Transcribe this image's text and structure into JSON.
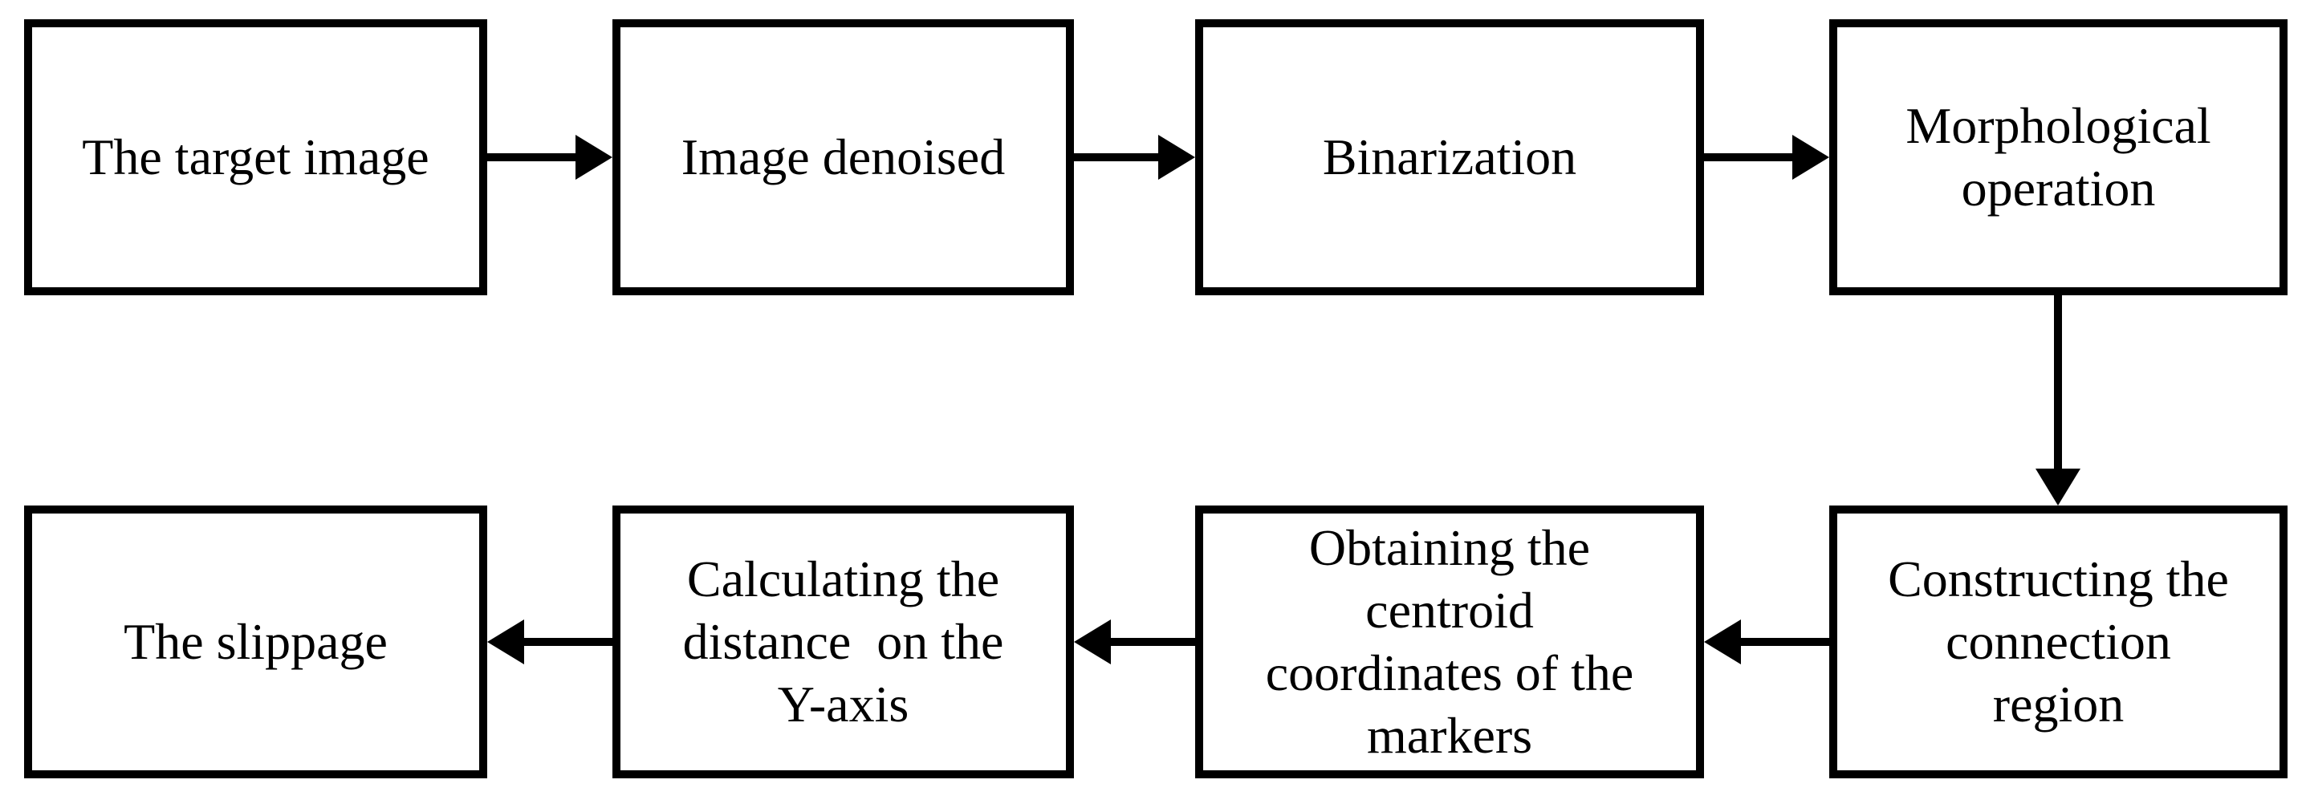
{
  "figure": {
    "type": "flowchart",
    "background_color": "#ffffff",
    "line_color": "#000000",
    "nodes": [
      {
        "id": "target-image",
        "label": "The target image"
      },
      {
        "id": "image-denoised",
        "label": "Image denoised"
      },
      {
        "id": "binarization",
        "label": "Binarization"
      },
      {
        "id": "morphological-operation",
        "label": "Morphological\noperation"
      },
      {
        "id": "constructing-connection-region",
        "label": "Constructing the\nconnection\nregion"
      },
      {
        "id": "obtaining-centroid-coordinates",
        "label": "Obtaining the\ncentroid\ncoordinates of the\nmarkers"
      },
      {
        "id": "calculating-distance-y-axis",
        "label": "Calculating the\ndistance  on the\nY-axis"
      },
      {
        "id": "slippage",
        "label": "The slippage"
      }
    ],
    "edges": [
      {
        "from": "target-image",
        "to": "image-denoised",
        "direction": "right"
      },
      {
        "from": "image-denoised",
        "to": "binarization",
        "direction": "right"
      },
      {
        "from": "binarization",
        "to": "morphological-operation",
        "direction": "right"
      },
      {
        "from": "morphological-operation",
        "to": "constructing-connection-region",
        "direction": "down"
      },
      {
        "from": "constructing-connection-region",
        "to": "obtaining-centroid-coordinates",
        "direction": "left"
      },
      {
        "from": "obtaining-centroid-coordinates",
        "to": "calculating-distance-y-axis",
        "direction": "left"
      },
      {
        "from": "calculating-distance-y-axis",
        "to": "slippage",
        "direction": "left"
      }
    ]
  }
}
